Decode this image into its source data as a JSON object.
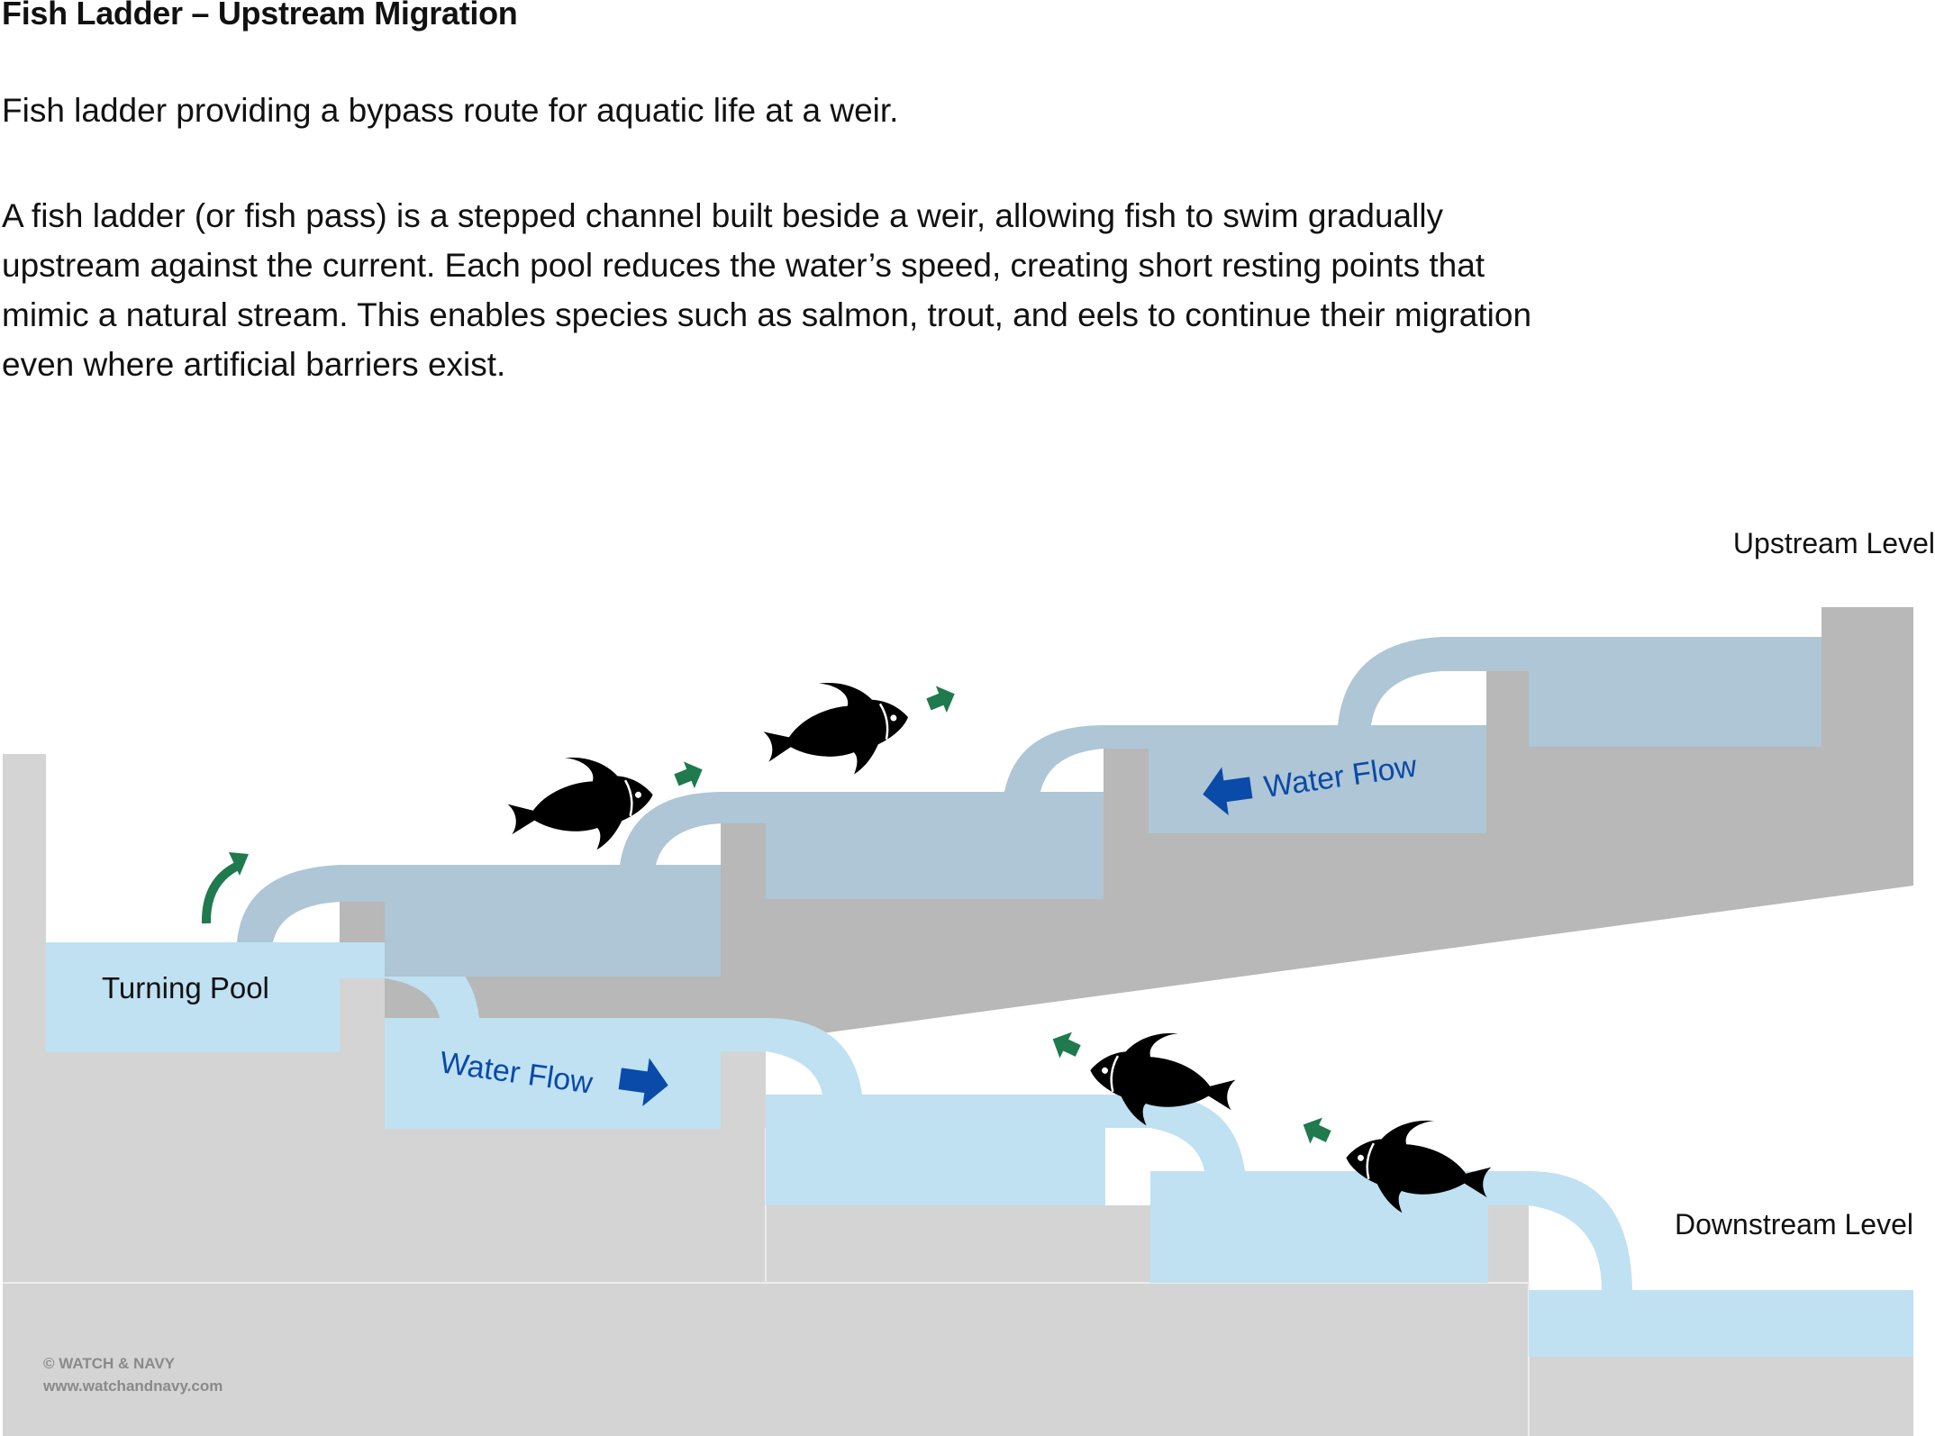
{
  "title": "Fish Ladder – Upstream Migration",
  "subtitle": "Fish ladder providing a bypass route for aquatic life at a weir.",
  "description": "A fish ladder (or fish pass) is a stepped channel built beside a weir, allowing fish to swim gradually upstream against the current. Each pool reduces the water’s speed, creating short resting points that mimic a natural stream. This enables species such as salmon, trout, and eels to continue their migration even where artificial barriers exist.",
  "diagram": {
    "labels": {
      "upstream_level": "Upstream Level",
      "downstream_level": "Downstream Level",
      "turning_pool": "Turning Pool",
      "water_flow_lower": "Water Flow",
      "water_flow_upper": "Water Flow"
    },
    "credit": {
      "line1": "© WATCH & NAVY",
      "line2": "www.watchandnavy.com"
    },
    "colors": {
      "concrete_light": "#d4d4d4",
      "concrete_dark": "#b8b8b8",
      "water_lower": "#bfe1f2",
      "water_upper": "#aec6d5",
      "flow_arrow": "#0a4aa8",
      "fish_arrow": "#1f7a4e",
      "fish": "#000000"
    }
  }
}
